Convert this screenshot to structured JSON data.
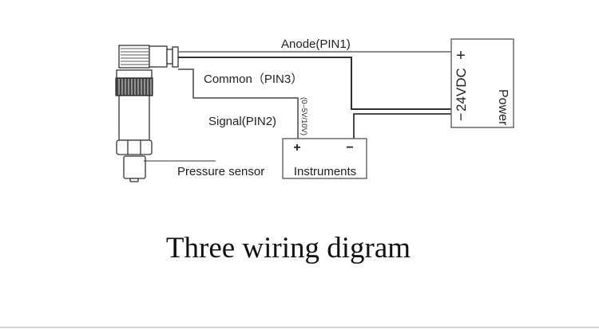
{
  "diagram": {
    "title": "Three wiring digram",
    "sensor_label": "Pressure sensor",
    "wires": {
      "anode": "Anode(PIN1)",
      "common": "Common（PIN3）",
      "signal": "Signal(PIN2)",
      "signal_range": "(0–5V/10V)"
    },
    "power": {
      "label": "Power",
      "voltage": "24VDC",
      "plus": "+",
      "minus": "−"
    },
    "instruments": {
      "label": "Instruments",
      "plus": "+",
      "minus": "−"
    }
  }
}
